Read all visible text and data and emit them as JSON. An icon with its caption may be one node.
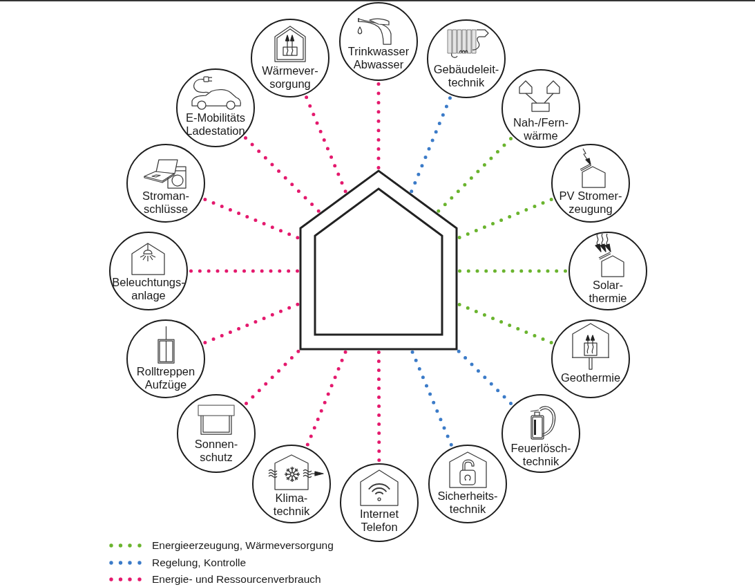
{
  "diagram": {
    "nodes": [
      {
        "text": [],
        "shape": "house"
      },
      {
        "text": [
          "Trinkwasser Abwasser"
        ]
      },
      {
        "text": [
          "Gebäudeleit- technik"
        ]
      },
      {
        "text": [
          "Nah-/Fern- wärme"
        ]
      },
      {
        "text": [
          "PV Stromer- zeugung"
        ]
      },
      {
        "text": [
          "Solar- thermie"
        ]
      },
      {
        "text": [
          "Geothermie"
        ]
      },
      {
        "text": [
          "Feuerlösch- technik"
        ]
      },
      {
        "text": [
          "Sicherheits- technik"
        ]
      },
      {
        "text": [
          "Internet Telefon"
        ]
      },
      {
        "text": [
          "Klima- technik"
        ]
      },
      {
        "text": [
          "Sonnen- schutz"
        ]
      },
      {
        "text": [
          "Rolltreppen Aufzüge"
        ]
      },
      {
        "text": [
          "Beleuchtungs- anlage"
        ]
      },
      {
        "text": [
          "Stroman- schlüsse"
        ]
      },
      {
        "text": [
          "E-Mobilitäts Ladestation"
        ]
      },
      {
        "text": [
          "Wärmever- sorgung"
        ]
      }
    ],
    "edges": [
      {
        "from": 0,
        "to": 1,
        "arrow": "none"
      },
      {
        "from": 0,
        "to": 2,
        "arrow": "none",
        "color": "#3b7bc8"
      },
      {
        "from": 0,
        "to": 3,
        "arrow": "none",
        "color": "#6ab42e"
      },
      {
        "from": 0,
        "to": 4,
        "arrow": "none",
        "color": "#6ab42e"
      },
      {
        "from": 0,
        "to": 5,
        "arrow": "none",
        "color": "#6ab42e"
      },
      {
        "from": 0,
        "to": 6,
        "arrow": "none",
        "color": "#6ab42e"
      },
      {
        "from": 0,
        "to": 7,
        "arrow": "none",
        "color": "#3b7bc8"
      },
      {
        "from": 0,
        "to": 8,
        "arrow": "none",
        "color": "#3b7bc8"
      },
      {
        "from": 0,
        "to": 9,
        "arrow": "none"
      },
      {
        "from": 0,
        "to": 10,
        "arrow": "none"
      },
      {
        "from": 0,
        "to": 11,
        "arrow": "none"
      },
      {
        "from": 0,
        "to": 12,
        "arrow": "none"
      },
      {
        "from": 0,
        "to": 13,
        "arrow": "none"
      },
      {
        "from": 0,
        "to": 14,
        "arrow": "none"
      },
      {
        "from": 0,
        "to": 15,
        "arrow": "none"
      },
      {
        "from": 0,
        "to": 16,
        "arrow": "none"
      }
    ],
    "legend": [
      {
        "text": "Energieerzeugung, Wärmeversorgung",
        "color": "#6ab42e"
      },
      {
        "text": "Regelung, Kontrolle",
        "color": "#3b7bc8"
      },
      {
        "text": "Energie- und Ressourcenverbrauch",
        "color": "#e4196d"
      }
    ]
  }
}
